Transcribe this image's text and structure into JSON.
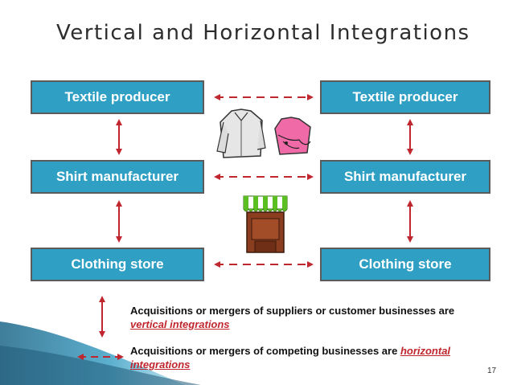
{
  "slide": {
    "title": "Vertical and Horizontal Integrations",
    "page_number": "17"
  },
  "diagram": {
    "left_column": [
      "Textile producer",
      "Shirt manufacturer",
      "Clothing store"
    ],
    "right_column": [
      "Textile producer",
      "Shirt manufacturer",
      "Clothing store"
    ],
    "vertical_arrow_color": "#c0262d",
    "horizontal_arrow_color": "#c0262d",
    "box_fill_color": "#2f9fc4",
    "icons": [
      "white-shirt-icon",
      "pink-shirt-icon",
      "storefront-icon"
    ]
  },
  "legend": {
    "vertical": {
      "text": "Acquisitions or mergers of suppliers or customer businesses are",
      "term": "vertical integrations"
    },
    "horizontal": {
      "text": "Acquisitions or mergers of competing businesses are",
      "term": "horizontal integrations"
    }
  }
}
